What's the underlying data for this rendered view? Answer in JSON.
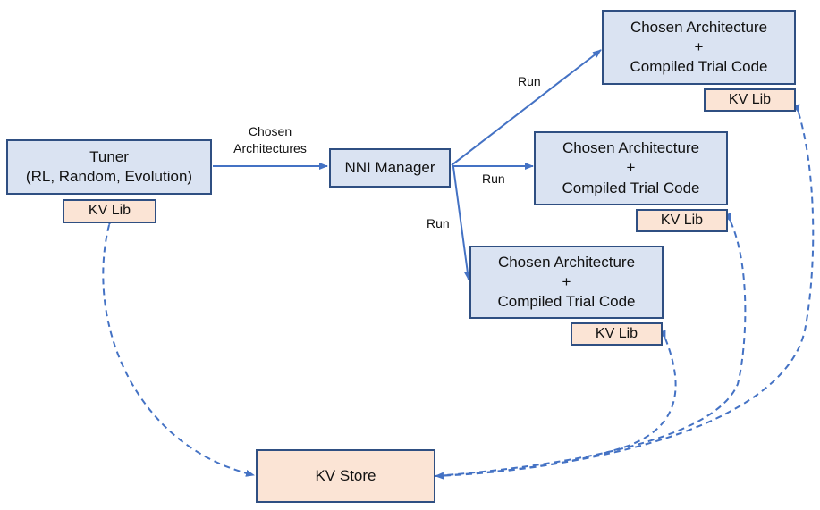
{
  "tuner": {
    "title": "Tuner",
    "subtitle": "(RL, Random, Evolution)",
    "lib": "KV Lib"
  },
  "edge_tuner_manager": {
    "line1": "Chosen",
    "line2": "Architectures"
  },
  "manager": {
    "label": "NNI Manager"
  },
  "run_label": "Run",
  "trials": [
    {
      "line1": "Chosen Architecture",
      "line2": "+",
      "line3": "Compiled Trial Code",
      "lib": "KV Lib"
    },
    {
      "line1": "Chosen Architecture",
      "line2": "+",
      "line3": "Compiled Trial Code",
      "lib": "KV Lib"
    },
    {
      "line1": "Chosen Architecture",
      "line2": "+",
      "line3": "Compiled Trial Code",
      "lib": "KV Lib"
    }
  ],
  "store": {
    "label": "KV Store"
  },
  "colors": {
    "border": "#2f4f82",
    "arrow": "#4472c4",
    "box_fill": "#dae3f2",
    "lib_fill": "#fbe4d5"
  }
}
